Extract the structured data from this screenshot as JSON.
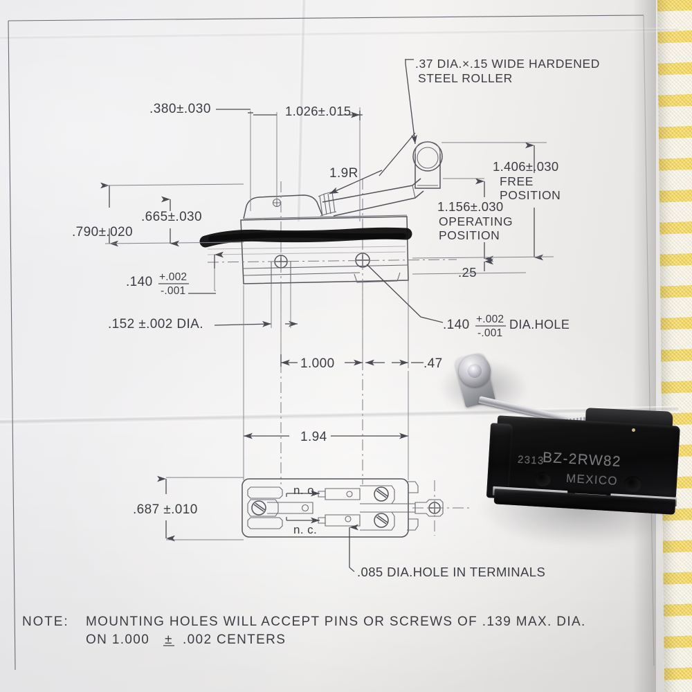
{
  "document": {
    "type": "engineering-dimensional-drawing",
    "subject": "Basic snap-action limit switch with roller lever actuator"
  },
  "callouts": {
    "roller_note_line1": ".37 DIA.×.15 WIDE  HARDENED",
    "roller_note_line2": "STEEL ROLLER",
    "free_position_dim": "1.406±.030",
    "free_position_line1": "FREE",
    "free_position_line2": "POSITION",
    "operating_position_dim": "1.156±.030",
    "operating_position_line1": "OPERATING",
    "operating_position_line2": "POSITION",
    "lever_radius": "1.9R",
    "dim_380": ".380±.030",
    "dim_1026": "1.026±.015",
    "dim_665": ".665±.030",
    "dim_790": ".790±.020",
    "dim_140_main": ".140",
    "dim_140_plus": "+.002",
    "dim_140_minus": "-.001",
    "dim_152": ".152 ±.002 DIA.",
    "dim_140_hole_main": ".140",
    "dim_140_hole_plus": "+.002",
    "dim_140_hole_minus": "-.001",
    "dim_140_hole_suffix": "DIA.HOLE",
    "dim_25": ".25",
    "dim_1000": "1.000",
    "dim_47": ".47",
    "dim_194": "1.94",
    "dim_687": ".687 ±.010",
    "terminal_no": "n. o.",
    "terminal_nc": "n. c.",
    "terminal_hole_note": ".085 DIA.HOLE  IN TERMINALS"
  },
  "note": {
    "label": "NOTE:",
    "line1": "MOUNTING HOLES WILL ACCEPT PINS OR SCREWS OF .139 MAX. DIA.",
    "line2_pre": "ON 1.000",
    "line2_sym": "±",
    "line2_post": ".002 CENTERS"
  },
  "photo": {
    "part_code": "2313",
    "part_number": "BZ-2RW82",
    "country": "MEXICO"
  },
  "colors": {
    "paper": "#f1f0f1",
    "ink": "#4a4a52",
    "ink_dark": "#3a3a42",
    "redaction": "#111111",
    "fabric_yellow": "#f7d028",
    "case_black": "#0d0d0e",
    "metal": "#c3c3c9"
  }
}
